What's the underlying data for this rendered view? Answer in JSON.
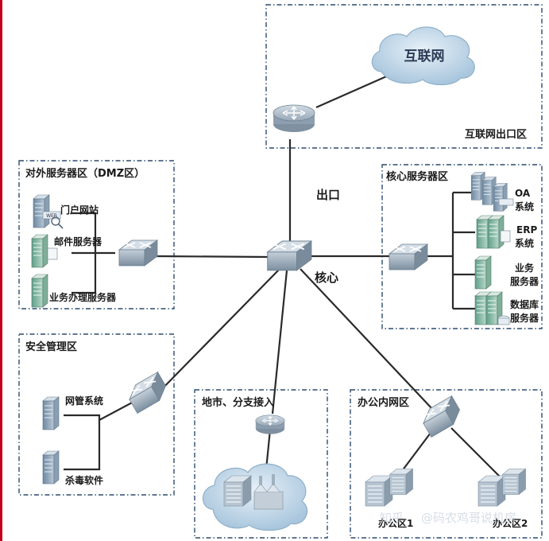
{
  "zones": {
    "internet_exit": "互联网出口区",
    "dmz": "对外服务器区（DMZ区）",
    "core_servers": "核心服务器区",
    "security": "安全管理区",
    "branch": "地市、分支接入",
    "office": "办公内网区"
  },
  "labels": {
    "internet": "互联网",
    "exit": "出口",
    "core": "核心",
    "web_badge": "WEB"
  },
  "dmz_servers": [
    "门户网站",
    "邮件服务器",
    "业务办理服务器"
  ],
  "core_servers": [
    [
      "OA",
      "系统"
    ],
    [
      "ERP",
      "系统"
    ],
    [
      "业务",
      "服务器"
    ],
    [
      "数据库",
      "服务器"
    ]
  ],
  "security_items": [
    "网管系统",
    "杀毒软件"
  ],
  "office_areas": [
    "办公区1",
    "办公区2"
  ],
  "watermark": {
    "site": "知乎",
    "handle": "@码农鸡哥说机房"
  },
  "colors": {
    "zone_border": "#2c4a6e",
    "device_blue": "#8fa3b5",
    "cloud_blue": "#c9dcec",
    "accent_red": "#c0001a"
  }
}
